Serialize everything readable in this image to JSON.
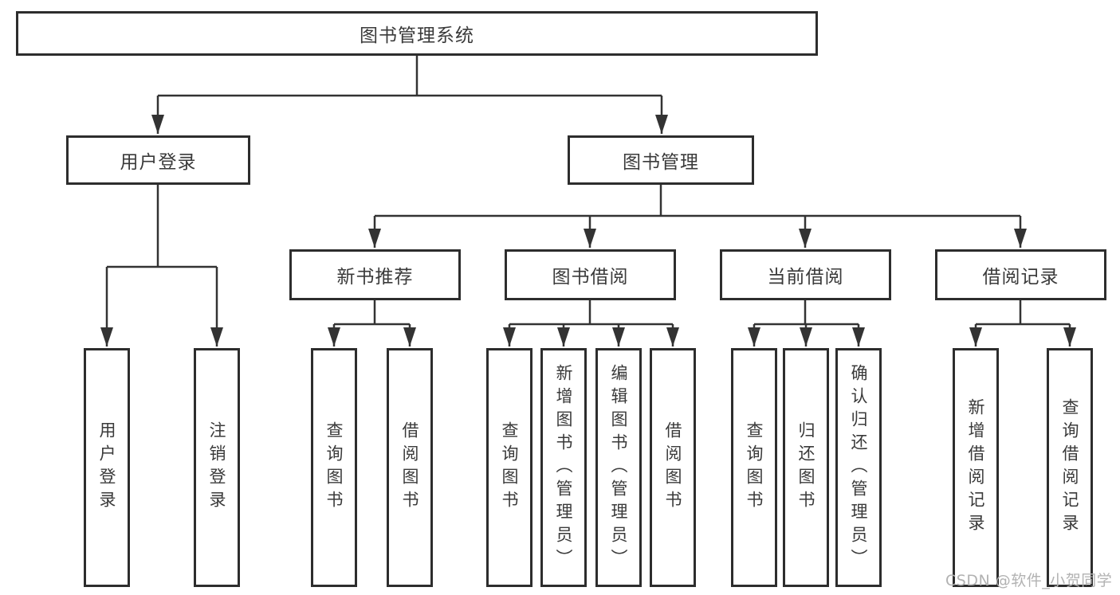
{
  "page": {
    "watermark": "CSDN @软件_小贺同学"
  },
  "tree": {
    "label": "图书管理系统",
    "children": [
      {
        "label": "用户登录",
        "children": [
          {
            "label": "用户登录"
          },
          {
            "label": "注销登录"
          }
        ]
      },
      {
        "label": "图书管理",
        "children": [
          {
            "label": "新书推荐",
            "children": [
              {
                "label": "查询图书"
              },
              {
                "label": "借阅图书"
              }
            ]
          },
          {
            "label": "图书借阅",
            "children": [
              {
                "label": "查询图书"
              },
              {
                "label": "新增图书（管理员）"
              },
              {
                "label": "编辑图书（管理员）"
              },
              {
                "label": "借阅图书"
              }
            ]
          },
          {
            "label": "当前借阅",
            "children": [
              {
                "label": "查询图书"
              },
              {
                "label": "归还图书"
              },
              {
                "label": "确认归还（管理员）"
              }
            ]
          },
          {
            "label": "借阅记录",
            "children": [
              {
                "label": "新增借阅记录"
              },
              {
                "label": "查询借阅记录"
              }
            ]
          }
        ]
      }
    ]
  }
}
